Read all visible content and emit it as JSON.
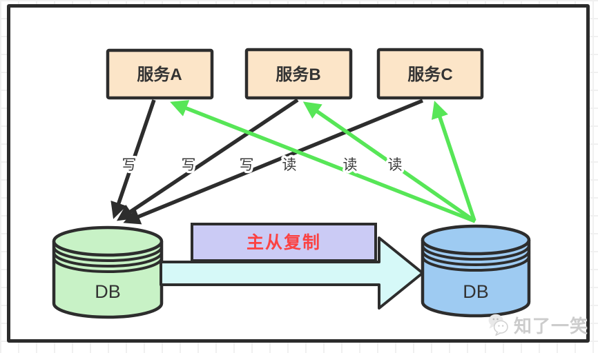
{
  "diagram": {
    "services": [
      {
        "label": "服务A"
      },
      {
        "label": "服务B"
      },
      {
        "label": "服务C"
      }
    ],
    "flow_labels": [
      "写",
      "写",
      "写",
      "读",
      "读",
      "读"
    ],
    "databases": [
      {
        "label": "DB"
      },
      {
        "label": "DB"
      }
    ],
    "replication": {
      "label": "主从复制"
    },
    "colors": {
      "service_fill": "#FCE5C8",
      "db_master_fill": "#C8F2C6",
      "db_replica_fill": "#9ECBF2",
      "replication_box_fill": "#CBCBF5",
      "replication_arrow_fill": "#D6F9F8",
      "write_arrow": "#2D2D2D",
      "read_arrow": "#57E657",
      "replication_text": "#FB4242",
      "outline": "#2D2D2D"
    }
  },
  "watermark": {
    "icon": "chat-bubbles-icon",
    "text": "知了一笑"
  }
}
